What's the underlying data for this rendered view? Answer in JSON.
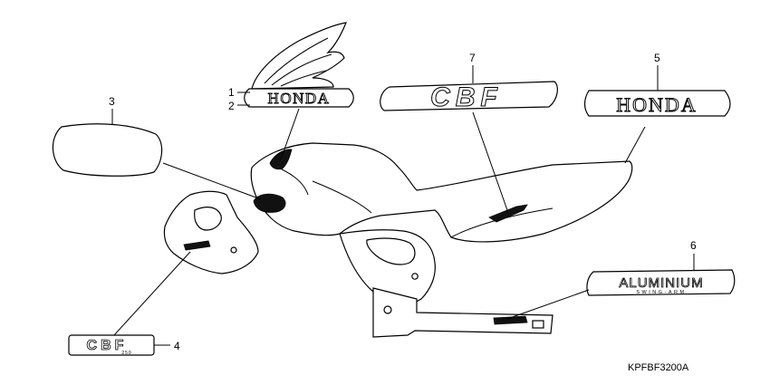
{
  "diagram": {
    "part_code": "KPFBF3200A",
    "callouts": [
      {
        "id": "c1",
        "label": "1"
      },
      {
        "id": "c2",
        "label": "2"
      },
      {
        "id": "c3",
        "label": "3"
      },
      {
        "id": "c4",
        "label": "4"
      },
      {
        "id": "c5",
        "label": "5"
      },
      {
        "id": "c6",
        "label": "6"
      },
      {
        "id": "c7",
        "label": "7"
      }
    ],
    "decals": {
      "honda_wing": "HONDA",
      "honda_emblem": "HONDA",
      "cbf_tank": "CBF",
      "cbf_side": "CBF",
      "cbf_side_sub": "250",
      "aluminium": "ALUMINIUM",
      "swing_arm": "SWING-ARM"
    }
  }
}
